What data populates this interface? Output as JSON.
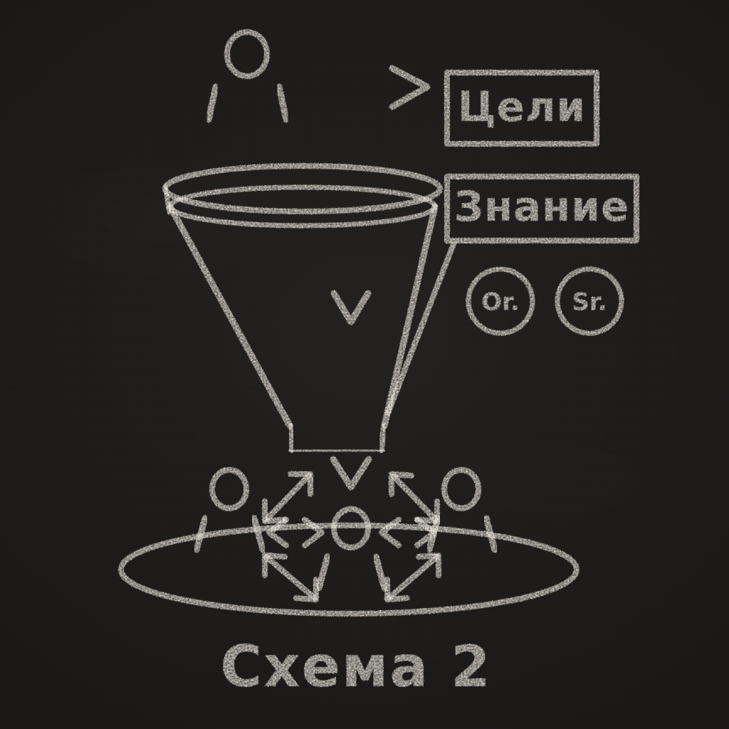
{
  "board": {
    "title": "Схема 2",
    "background_color": "#1b1918",
    "chalk_color": "#ece7dd",
    "medium": "chalk on blackboard"
  },
  "diagram": {
    "type": "flow-diagram",
    "caption": "Схема 2",
    "nodes": [
      {
        "id": "leader",
        "kind": "stick-figure",
        "label": "",
        "position": "top-left",
        "description": "single standing person above the funnel"
      },
      {
        "id": "goals-box",
        "kind": "labeled-box",
        "label": "Цели",
        "position": "top-right"
      },
      {
        "id": "knowledge-box",
        "kind": "labeled-box",
        "label": "Знание",
        "position": "upper-right"
      },
      {
        "id": "chip-or",
        "kind": "circle-badge",
        "label": "Or.",
        "position": "right"
      },
      {
        "id": "chip-sr",
        "kind": "circle-badge",
        "label": "Sr.",
        "position": "right"
      },
      {
        "id": "funnel",
        "kind": "funnel",
        "label": "",
        "position": "center"
      },
      {
        "id": "team",
        "kind": "group-of-people",
        "label": "",
        "position": "bottom",
        "member_count": 3,
        "members": [
          "left-figure",
          "center-figure",
          "right-figure"
        ]
      }
    ],
    "connectors": [
      {
        "from": "leader",
        "to": "goals-box",
        "style": "single-arrow",
        "direction": "right"
      },
      {
        "from": "knowledge-box",
        "to": "funnel",
        "style": "line",
        "direction": "down-left"
      },
      {
        "from": "funnel",
        "to": "team",
        "style": "single-arrow",
        "direction": "down"
      },
      {
        "from": "center-figure",
        "to": "left-figure",
        "style": "double-arrow",
        "direction": "horizontal"
      },
      {
        "from": "center-figure",
        "to": "right-figure",
        "style": "double-arrow",
        "direction": "horizontal"
      },
      {
        "from": "center-figure",
        "to": "left-figure",
        "style": "double-arrow",
        "direction": "diagonal-up"
      },
      {
        "from": "center-figure",
        "to": "right-figure",
        "style": "double-arrow",
        "direction": "diagonal-up"
      },
      {
        "from": "center-figure",
        "to": "left-figure",
        "style": "double-arrow",
        "direction": "diagonal-down"
      },
      {
        "from": "center-figure",
        "to": "right-figure",
        "style": "double-arrow",
        "direction": "diagonal-down"
      }
    ]
  },
  "labels": {
    "goals": "Цели",
    "knowledge": "Знание",
    "chip_or": "Or.",
    "chip_sr": "Sr.",
    "title": "Схема 2"
  }
}
